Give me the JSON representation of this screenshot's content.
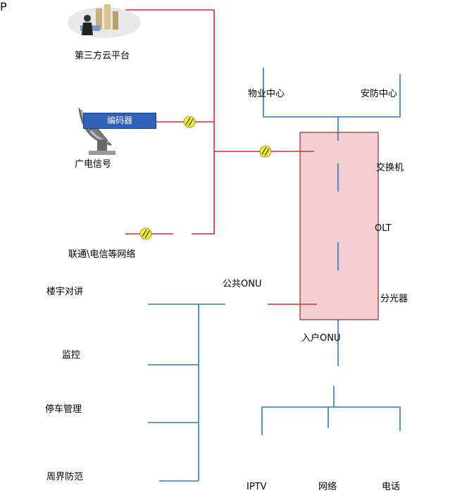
{
  "labels": {
    "cloud_platform": "第三方云平台",
    "broadcast_signal": "广电信号",
    "telecom_network": "联通\\电信等网络",
    "encoder": "编码器",
    "property_center": "物业中心",
    "security_center": "安防中心",
    "switch": "交换机",
    "olt": "OLT",
    "splitter": "分光器",
    "public_onu": "公共ONU",
    "home_onu": "入户ONU",
    "intercom": "楼宇对讲",
    "monitor": "监控",
    "parking": "停车管理",
    "perimeter": "周界防范",
    "iptv": "IPTV",
    "network": "网络",
    "phone": "电话"
  },
  "colors": {
    "uplink_line": "#d62a2a",
    "access_line": "#2e7ab8",
    "core_box_fill": "#f6cfd3",
    "core_box_border": "#8a3030",
    "device_blue": "#3f77b2"
  }
}
